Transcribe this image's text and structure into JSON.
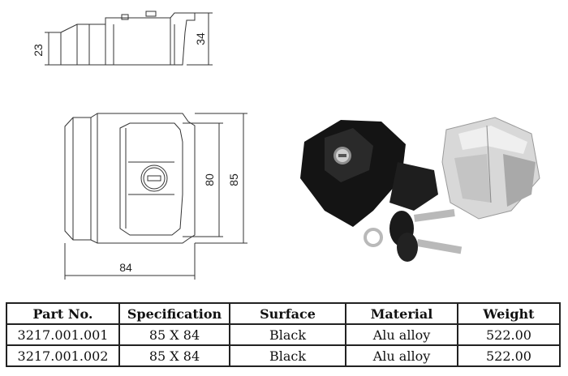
{
  "dimensions": {
    "side_height_small": "23",
    "side_height_large": "34",
    "front_inner_height": "80",
    "front_outer_height": "85",
    "front_width": "84"
  },
  "table": {
    "headers": [
      "Part No.",
      "Specification",
      "Surface",
      "Material",
      "Weight"
    ],
    "rows": [
      [
        "3217.001.001",
        "85 X 84",
        "Black",
        "Alu alloy",
        "522.00"
      ],
      [
        "3217.001.002",
        "85 X 84",
        "Black",
        "Alu alloy",
        "522.00"
      ]
    ]
  },
  "colors": {
    "black_latch": "#141414",
    "silver_latch": "#d8d8d8",
    "key_black": "#1a1a1a",
    "key_metal": "#b9b9b9"
  }
}
